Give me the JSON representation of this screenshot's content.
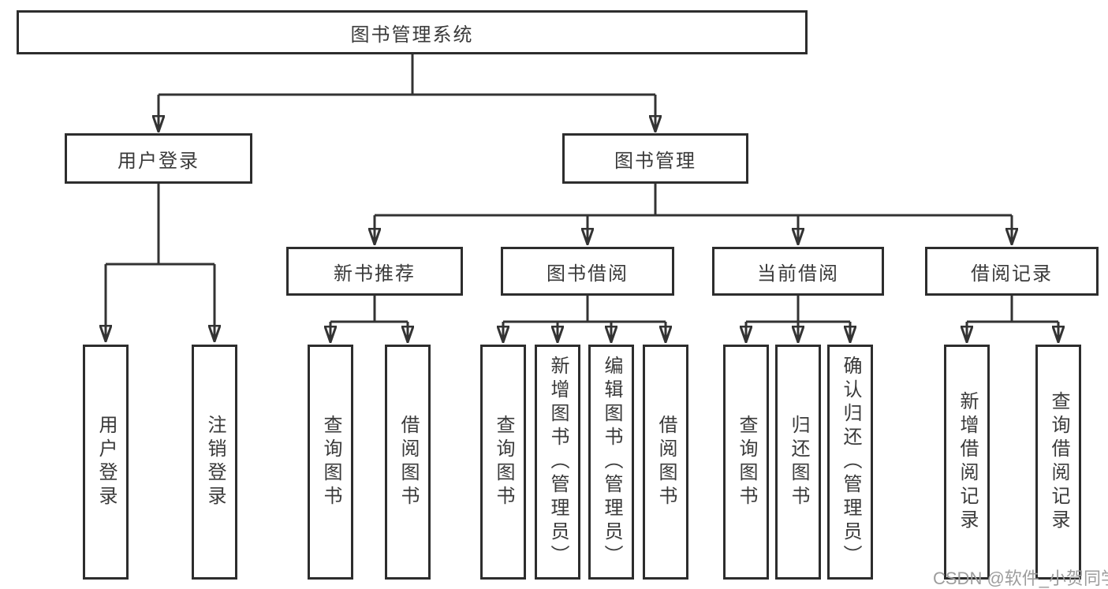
{
  "tree": {
    "root": "图书管理系统",
    "user_login": {
      "label": "用户登录",
      "children": [
        "用户登录",
        "注销登录"
      ]
    },
    "book_mgmt": {
      "label": "图书管理",
      "groups": [
        {
          "label": "新书推荐",
          "children": [
            "查询图书",
            "借阅图书"
          ]
        },
        {
          "label": "图书借阅",
          "children": [
            "查询图书",
            "新增图书（管理员）",
            "编辑图书（管理员）",
            "借阅图书"
          ]
        },
        {
          "label": "当前借阅",
          "children": [
            "查询图书",
            "归还图书",
            "确认归还（管理员）"
          ]
        },
        {
          "label": "借阅记录",
          "children": [
            "新增借阅记录",
            "查询借阅记录"
          ]
        }
      ]
    }
  },
  "watermark": "CSDN @软件_小贺同学",
  "colors": {
    "line": "#333333",
    "box_border": "#2d2d2d",
    "text": "#3a3a3a",
    "watermark": "#9d9d9d",
    "background": "#ffffff"
  }
}
